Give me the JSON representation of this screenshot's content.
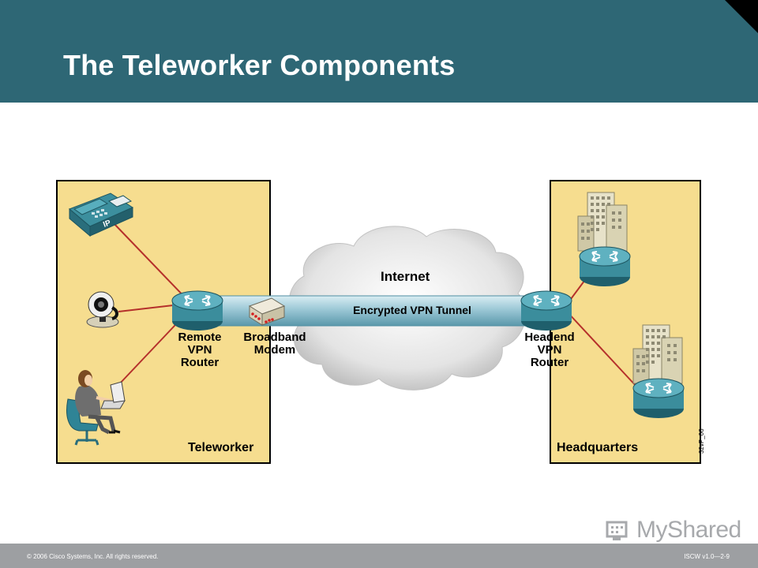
{
  "slide": {
    "title": "The Teleworker Components"
  },
  "diagram": {
    "internet_label": "Internet",
    "tunnel_label": "Encrypted VPN Tunnel",
    "remote_router_label": [
      "Remote",
      "VPN",
      "Router"
    ],
    "modem_label": [
      "Broadband",
      "Modem"
    ],
    "headend_router_label": [
      "Headend",
      "VPN",
      "Router"
    ],
    "teleworker_label": "Teleworker",
    "headquarters_label": "Headquarters",
    "ip_phone_text": "IP",
    "figure_code": "32vP_06"
  },
  "footer": {
    "copyright": "© 2006 Cisco Systems, Inc. All rights reserved.",
    "course_code": "ISCW v1.0—2-9",
    "brand": "MyShared"
  },
  "colors": {
    "header_bg": "#2e6775",
    "panel_fill": "#f6dd8f",
    "router_teal": "#3b8d9c",
    "tunnel": "#9cc8d6",
    "link_red": "#b5302b"
  }
}
